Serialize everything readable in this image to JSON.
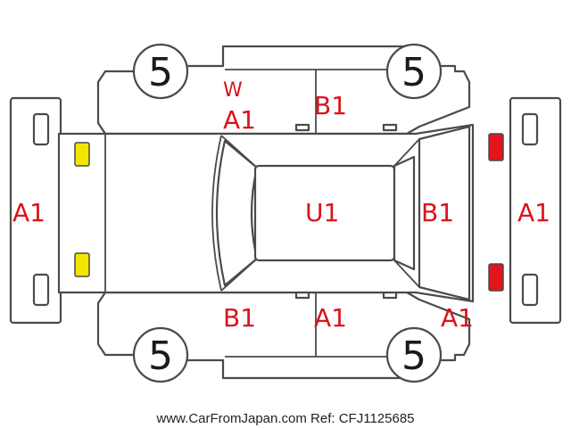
{
  "diagram": {
    "tires": {
      "front_left": "5",
      "front_right": "5",
      "rear_left": "5",
      "rear_right": "5"
    },
    "damage_codes": {
      "front_bumper": "A1",
      "rear_bumper": "A1",
      "roof": "U1",
      "upper_left_marker": "W",
      "upper_left_door": "A1",
      "upper_right_door": "B1",
      "lower_left_door": "B1",
      "lower_right_door": "A1",
      "tailgate": "B1",
      "rear_quarter_lower": "A1"
    },
    "colors": {
      "code_text": "#d8141c",
      "front_lights": "#f2e600",
      "rear_lights": "#e4141c",
      "outline": "#4a4a4a"
    }
  },
  "footer": {
    "text": "www.CarFromJapan.com Ref: CFJ1125685"
  }
}
